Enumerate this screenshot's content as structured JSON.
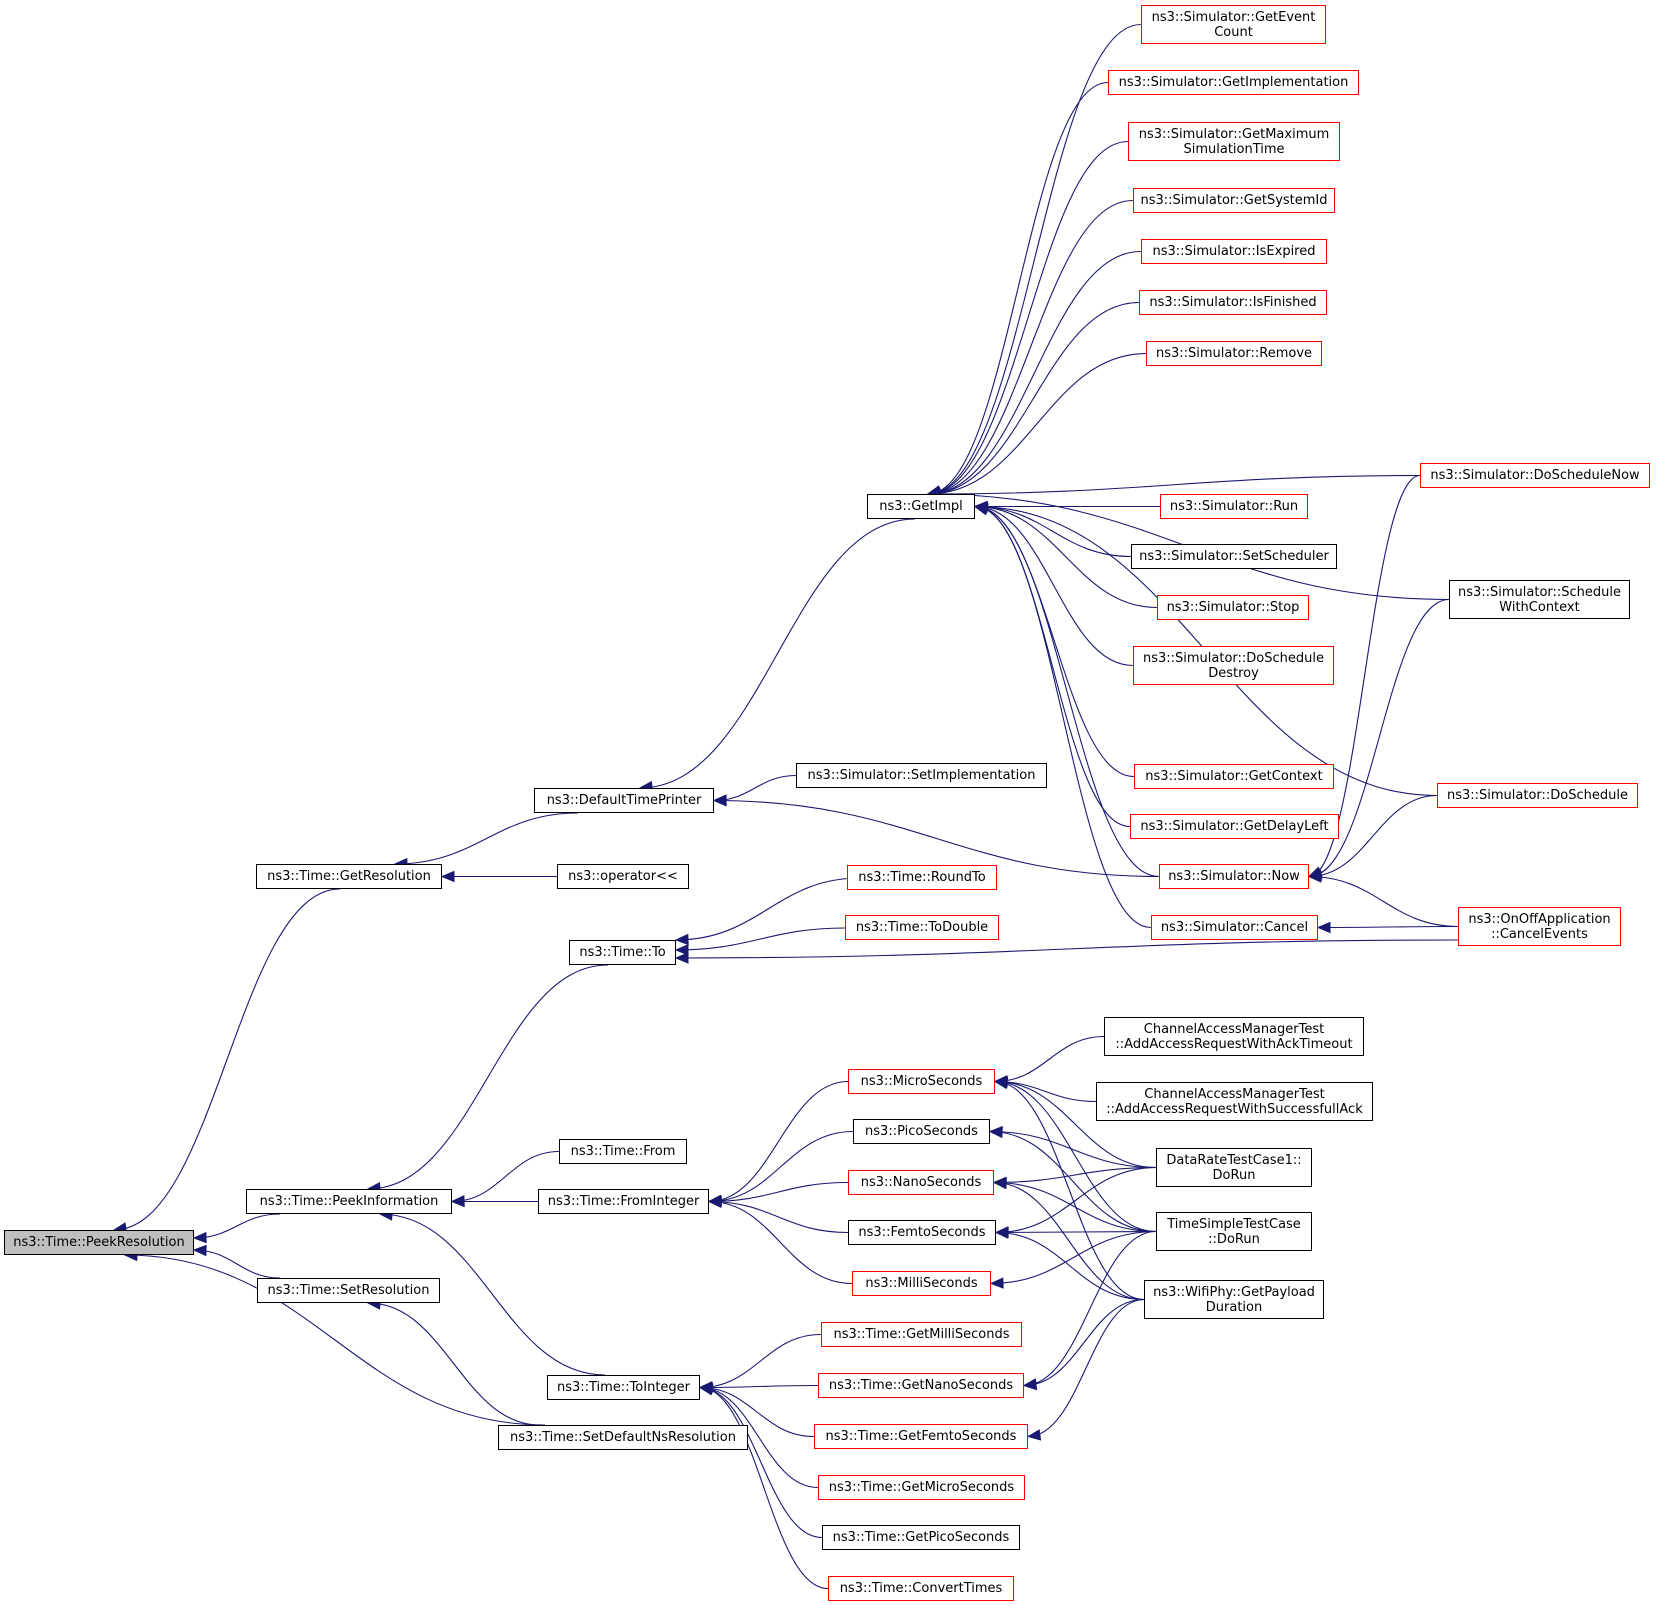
{
  "diagram": {
    "edge_color": "#191970",
    "colors": {
      "node_border": "#000000",
      "node_border_link": "#ff0000",
      "root_fill": "#bfbfbf"
    },
    "nodes": [
      {
        "id": "peekres",
        "lines": [
          "ns3::Time::PeekResolution"
        ],
        "style": "root"
      },
      {
        "id": "getres",
        "lines": [
          "ns3::Time::GetResolution"
        ],
        "style": "black"
      },
      {
        "id": "peekinfo",
        "lines": [
          "ns3::Time::PeekInformation"
        ],
        "style": "black"
      },
      {
        "id": "setres",
        "lines": [
          "ns3::Time::SetResolution"
        ],
        "style": "black"
      },
      {
        "id": "setdefns",
        "lines": [
          "ns3::Time::SetDefaultNsResolution"
        ],
        "style": "black"
      },
      {
        "id": "deftp",
        "lines": [
          "ns3::DefaultTimePrinter"
        ],
        "style": "black"
      },
      {
        "id": "oplt",
        "lines": [
          "ns3::operator<<"
        ],
        "style": "black"
      },
      {
        "id": "timeto",
        "lines": [
          "ns3::Time::To"
        ],
        "style": "black"
      },
      {
        "id": "timefrom",
        "lines": [
          "ns3::Time::From"
        ],
        "style": "black"
      },
      {
        "id": "fromint",
        "lines": [
          "ns3::Time::FromInteger"
        ],
        "style": "black"
      },
      {
        "id": "toint",
        "lines": [
          "ns3::Time::ToInteger"
        ],
        "style": "black"
      },
      {
        "id": "getimpl",
        "lines": [
          "ns3::GetImpl"
        ],
        "style": "black"
      },
      {
        "id": "setimpl",
        "lines": [
          "ns3::Simulator::SetImplementation"
        ],
        "style": "black"
      },
      {
        "id": "roundto",
        "lines": [
          "ns3::Time::RoundTo"
        ],
        "style": "red"
      },
      {
        "id": "todouble",
        "lines": [
          "ns3::Time::ToDouble"
        ],
        "style": "red"
      },
      {
        "id": "micro",
        "lines": [
          "ns3::MicroSeconds"
        ],
        "style": "red"
      },
      {
        "id": "pico",
        "lines": [
          "ns3::PicoSeconds"
        ],
        "style": "black"
      },
      {
        "id": "nano",
        "lines": [
          "ns3::NanoSeconds"
        ],
        "style": "red"
      },
      {
        "id": "femto",
        "lines": [
          "ns3::FemtoSeconds"
        ],
        "style": "black"
      },
      {
        "id": "milli",
        "lines": [
          "ns3::MilliSeconds"
        ],
        "style": "red"
      },
      {
        "id": "getmilli",
        "lines": [
          "ns3::Time::GetMilliSeconds"
        ],
        "style": "red"
      },
      {
        "id": "getnano",
        "lines": [
          "ns3::Time::GetNanoSeconds"
        ],
        "style": "red"
      },
      {
        "id": "getfemto",
        "lines": [
          "ns3::Time::GetFemtoSeconds"
        ],
        "style": "red"
      },
      {
        "id": "getmicro",
        "lines": [
          "ns3::Time::GetMicroSeconds"
        ],
        "style": "red"
      },
      {
        "id": "getpico",
        "lines": [
          "ns3::Time::GetPicoSeconds"
        ],
        "style": "black"
      },
      {
        "id": "convtimes",
        "lines": [
          "ns3::Time::ConvertTimes"
        ],
        "style": "red"
      },
      {
        "id": "geteventcount",
        "lines": [
          "ns3::Simulator::GetEvent",
          "Count"
        ],
        "style": "red"
      },
      {
        "id": "getimplementation",
        "lines": [
          "ns3::Simulator::GetImplementation"
        ],
        "style": "red"
      },
      {
        "id": "getmaxsim",
        "lines": [
          "ns3::Simulator::GetMaximum",
          "SimulationTime"
        ],
        "style": "red"
      },
      {
        "id": "getsysid",
        "lines": [
          "ns3::Simulator::GetSystemId"
        ],
        "style": "red"
      },
      {
        "id": "isexpired",
        "lines": [
          "ns3::Simulator::IsExpired"
        ],
        "style": "red"
      },
      {
        "id": "isfinished",
        "lines": [
          "ns3::Simulator::IsFinished"
        ],
        "style": "red"
      },
      {
        "id": "remove",
        "lines": [
          "ns3::Simulator::Remove"
        ],
        "style": "red"
      },
      {
        "id": "run",
        "lines": [
          "ns3::Simulator::Run"
        ],
        "style": "red"
      },
      {
        "id": "setsched",
        "lines": [
          "ns3::Simulator::SetScheduler"
        ],
        "style": "black"
      },
      {
        "id": "stop",
        "lines": [
          "ns3::Simulator::Stop"
        ],
        "style": "red"
      },
      {
        "id": "doschedestroy",
        "lines": [
          "ns3::Simulator::DoSchedule",
          "Destroy"
        ],
        "style": "red"
      },
      {
        "id": "getcontext",
        "lines": [
          "ns3::Simulator::GetContext"
        ],
        "style": "red"
      },
      {
        "id": "getdelayleft",
        "lines": [
          "ns3::Simulator::GetDelayLeft"
        ],
        "style": "red"
      },
      {
        "id": "now",
        "lines": [
          "ns3::Simulator::Now"
        ],
        "style": "red"
      },
      {
        "id": "cancel",
        "lines": [
          "ns3::Simulator::Cancel"
        ],
        "style": "red"
      },
      {
        "id": "doschednow",
        "lines": [
          "ns3::Simulator::DoScheduleNow"
        ],
        "style": "red"
      },
      {
        "id": "schedctx",
        "lines": [
          "ns3::Simulator::Schedule",
          "WithContext"
        ],
        "style": "black"
      },
      {
        "id": "dosched",
        "lines": [
          "ns3::Simulator::DoSchedule"
        ],
        "style": "red"
      },
      {
        "id": "onoffcancel",
        "lines": [
          "ns3::OnOffApplication",
          "::CancelEvents"
        ],
        "style": "red"
      },
      {
        "id": "camack",
        "lines": [
          "ChannelAccessManagerTest",
          "::AddAccessRequestWithAckTimeout"
        ],
        "style": "black"
      },
      {
        "id": "camsucc",
        "lines": [
          "ChannelAccessManagerTest",
          "::AddAccessRequestWithSuccessfullAck"
        ],
        "style": "black"
      },
      {
        "id": "datarate",
        "lines": [
          "DataRateTestCase1::",
          "DoRun"
        ],
        "style": "black"
      },
      {
        "id": "timesimple",
        "lines": [
          "TimeSimpleTestCase",
          "::DoRun"
        ],
        "style": "black"
      },
      {
        "id": "wifipayload",
        "lines": [
          "ns3::WifiPhy::GetPayload",
          "Duration"
        ],
        "style": "black"
      }
    ],
    "edges": [
      [
        "peekres",
        "getres"
      ],
      [
        "peekres",
        "peekinfo"
      ],
      [
        "peekres",
        "setres"
      ],
      [
        "peekres",
        "setdefns"
      ],
      [
        "getres",
        "deftp"
      ],
      [
        "getres",
        "oplt"
      ],
      [
        "peekinfo",
        "timeto"
      ],
      [
        "peekinfo",
        "timefrom"
      ],
      [
        "peekinfo",
        "fromint"
      ],
      [
        "peekinfo",
        "toint"
      ],
      [
        "setres",
        "setdefns"
      ],
      [
        "deftp",
        "getimpl"
      ],
      [
        "deftp",
        "setimpl"
      ],
      [
        "deftp",
        "now"
      ],
      [
        "timeto",
        "roundto"
      ],
      [
        "timeto",
        "todouble"
      ],
      [
        "timeto",
        "onoffcancel"
      ],
      [
        "fromint",
        "micro"
      ],
      [
        "fromint",
        "pico"
      ],
      [
        "fromint",
        "nano"
      ],
      [
        "fromint",
        "femto"
      ],
      [
        "fromint",
        "milli"
      ],
      [
        "toint",
        "getmilli"
      ],
      [
        "toint",
        "getnano"
      ],
      [
        "toint",
        "getfemto"
      ],
      [
        "toint",
        "getmicro"
      ],
      [
        "toint",
        "getpico"
      ],
      [
        "toint",
        "convtimes"
      ],
      [
        "getimpl",
        "geteventcount"
      ],
      [
        "getimpl",
        "getimplementation"
      ],
      [
        "getimpl",
        "getmaxsim"
      ],
      [
        "getimpl",
        "getsysid"
      ],
      [
        "getimpl",
        "isexpired"
      ],
      [
        "getimpl",
        "isfinished"
      ],
      [
        "getimpl",
        "remove"
      ],
      [
        "getimpl",
        "doschednow"
      ],
      [
        "getimpl",
        "schedctx"
      ],
      [
        "getimpl",
        "run"
      ],
      [
        "getimpl",
        "setsched"
      ],
      [
        "getimpl",
        "stop"
      ],
      [
        "getimpl",
        "doschedestroy"
      ],
      [
        "getimpl",
        "dosched"
      ],
      [
        "getimpl",
        "getcontext"
      ],
      [
        "getimpl",
        "getdelayleft"
      ],
      [
        "getimpl",
        "now"
      ],
      [
        "getimpl",
        "cancel"
      ],
      [
        "now",
        "doschednow"
      ],
      [
        "now",
        "schedctx"
      ],
      [
        "now",
        "dosched"
      ],
      [
        "now",
        "onoffcancel"
      ],
      [
        "cancel",
        "onoffcancel"
      ],
      [
        "micro",
        "camack"
      ],
      [
        "micro",
        "camsucc"
      ],
      [
        "micro",
        "datarate"
      ],
      [
        "micro",
        "timesimple"
      ],
      [
        "micro",
        "wifipayload"
      ],
      [
        "pico",
        "datarate"
      ],
      [
        "pico",
        "timesimple"
      ],
      [
        "nano",
        "datarate"
      ],
      [
        "nano",
        "timesimple"
      ],
      [
        "nano",
        "wifipayload"
      ],
      [
        "femto",
        "datarate"
      ],
      [
        "femto",
        "timesimple"
      ],
      [
        "femto",
        "wifipayload"
      ],
      [
        "milli",
        "timesimple"
      ],
      [
        "getnano",
        "timesimple"
      ],
      [
        "getnano",
        "wifipayload"
      ],
      [
        "getfemto",
        "wifipayload"
      ]
    ]
  }
}
